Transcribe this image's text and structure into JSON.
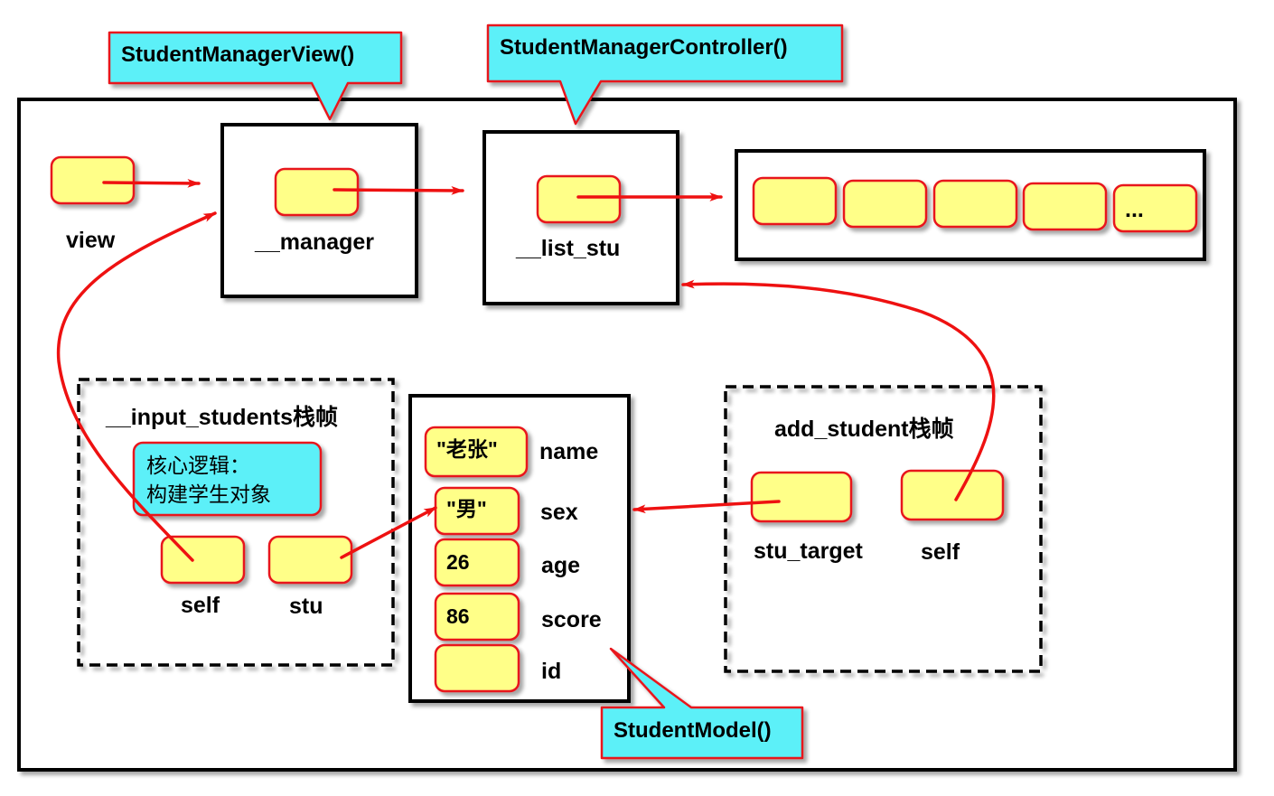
{
  "callouts": {
    "view_class": "StudentManagerView()",
    "controller_class": "StudentManagerController()",
    "model_class": "StudentModel()"
  },
  "labels": {
    "view": "view",
    "manager": "__manager",
    "list_stu": "__list_stu",
    "list_more": "...",
    "input_frame": "__input_students栈帧",
    "core_logic_line1": "核心逻辑：",
    "core_logic_line2": "构建学生对象",
    "self_left": "self",
    "stu": "stu",
    "add_frame": "add_student栈帧",
    "stu_target": "stu_target",
    "self_right": "self"
  },
  "student": {
    "fields": [
      {
        "name": "name",
        "value": "\"老张\""
      },
      {
        "name": "sex",
        "value": "\"男\""
      },
      {
        "name": "age",
        "value": "26"
      },
      {
        "name": "score",
        "value": "86"
      },
      {
        "name": "id",
        "value": ""
      }
    ]
  },
  "colors": {
    "cell_fill": "#ffff88",
    "cell_border": "#e8141c",
    "callout_fill": "#5cf0f8",
    "arrow": "#ee1111",
    "frame": "#000000"
  }
}
